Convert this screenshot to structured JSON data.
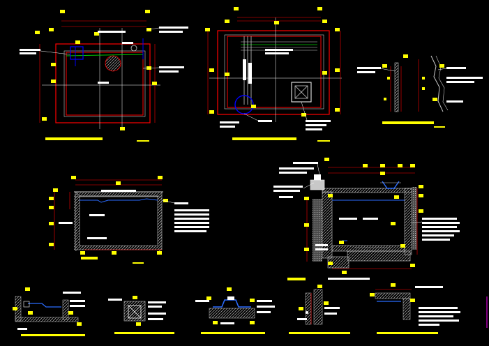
{
  "drawing": {
    "background": "#000000",
    "colors": {
      "outline": "#ff0000",
      "wall": "#c8c8c8",
      "grid": "#ffffff",
      "tag": "#ffff00",
      "pipe": "#0000ff",
      "water": "#2b6cff",
      "green": "#00c800",
      "fill": "#7a7a7a",
      "magenta": "#ff00ff"
    },
    "icons": [
      "manhole-cover-hatch",
      "vent-box-cross",
      "circle-callout"
    ]
  }
}
